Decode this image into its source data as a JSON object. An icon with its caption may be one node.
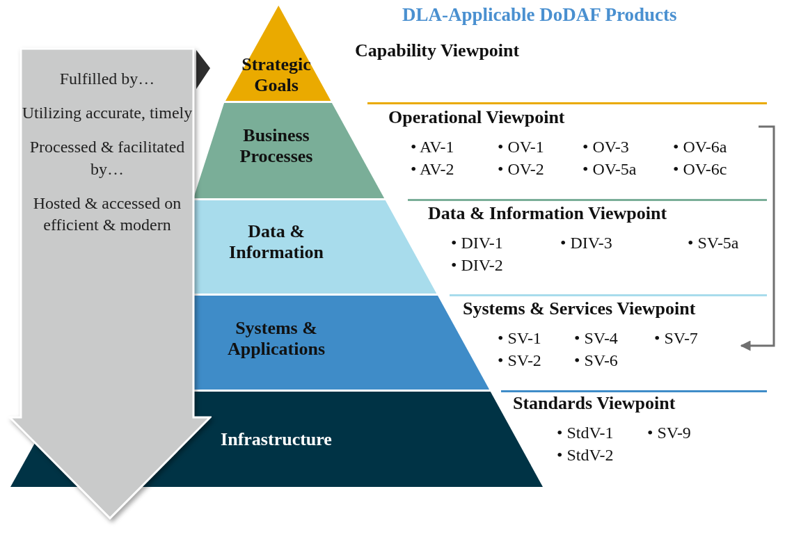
{
  "diagram": {
    "title": "DLA-Applicable DoDAF Products",
    "nodes": [
      {
        "text": [
          "Fulfilled by…",
          "Utilizing accurate, timely",
          "Processed & facilitated by…",
          "Hosted & accessed on efficient & modern"
        ]
      },
      {
        "text": [
          "Strategic Goals"
        ]
      },
      {
        "text": [
          "Business Processes"
        ]
      },
      {
        "text": [
          "Data & Information"
        ]
      },
      {
        "text": [
          "Systems & Applications"
        ]
      },
      {
        "text": [
          "Infrastructure"
        ]
      },
      {
        "text": [
          "Capability Viewpoint"
        ]
      },
      {
        "text": [
          "Operational Viewpoint",
          "• AV-1",
          "• OV-1",
          "• OV-3",
          "• OV-6a",
          "• AV-2",
          "• OV-2",
          "• OV-5a",
          "• OV-6c"
        ]
      },
      {
        "text": [
          "Data & Information Viewpoint",
          "• DIV-1",
          "• DIV-3",
          "• SV-5a",
          "• DIV-2"
        ]
      },
      {
        "text": [
          "Systems & Services Viewpoint",
          "• SV-1",
          "• SV-4",
          "• SV-7",
          "• SV-2",
          "• SV-6"
        ]
      },
      {
        "text": [
          "Standards Viewpoint",
          "• StdV-1",
          "• SV-9",
          "• StdV-2"
        ]
      }
    ],
    "edges": [
      {
        "from": 7,
        "to": 9,
        "arrow": "to"
      }
    ]
  }
}
